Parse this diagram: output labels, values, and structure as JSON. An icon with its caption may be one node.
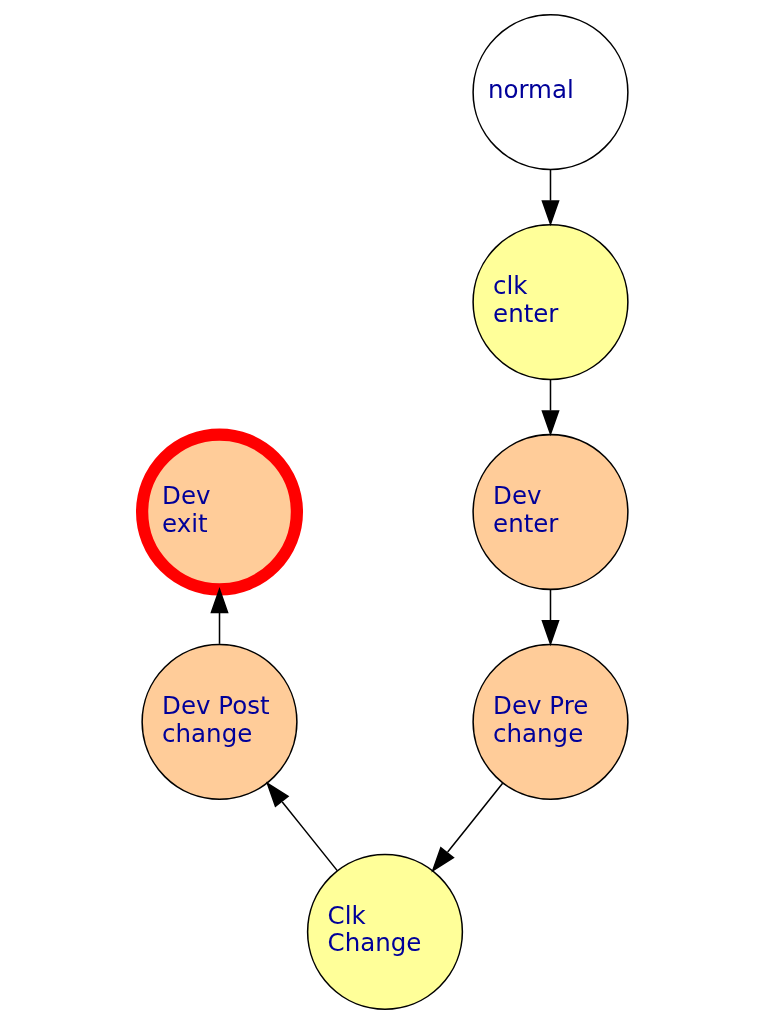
{
  "diagram": {
    "nodes": [
      {
        "text": [
          "normal"
        ]
      },
      {
        "text": [
          "clk enter"
        ]
      },
      {
        "text": [
          "Dev enter"
        ]
      },
      {
        "text": [
          "Dev Pre change"
        ]
      },
      {
        "text": [
          "Clk Change"
        ]
      },
      {
        "text": [
          "Dev Post change"
        ]
      },
      {
        "text": [
          "Dev exit"
        ]
      }
    ],
    "edges": [
      {
        "from": 0,
        "to": 1,
        "arrow": "to"
      },
      {
        "from": 1,
        "to": 2,
        "arrow": "to"
      },
      {
        "from": 2,
        "to": 3,
        "arrow": "to"
      },
      {
        "from": 3,
        "to": 4,
        "arrow": "to"
      },
      {
        "from": 4,
        "to": 5,
        "arrow": "to"
      },
      {
        "from": 5,
        "to": 6,
        "arrow": "to"
      }
    ]
  }
}
